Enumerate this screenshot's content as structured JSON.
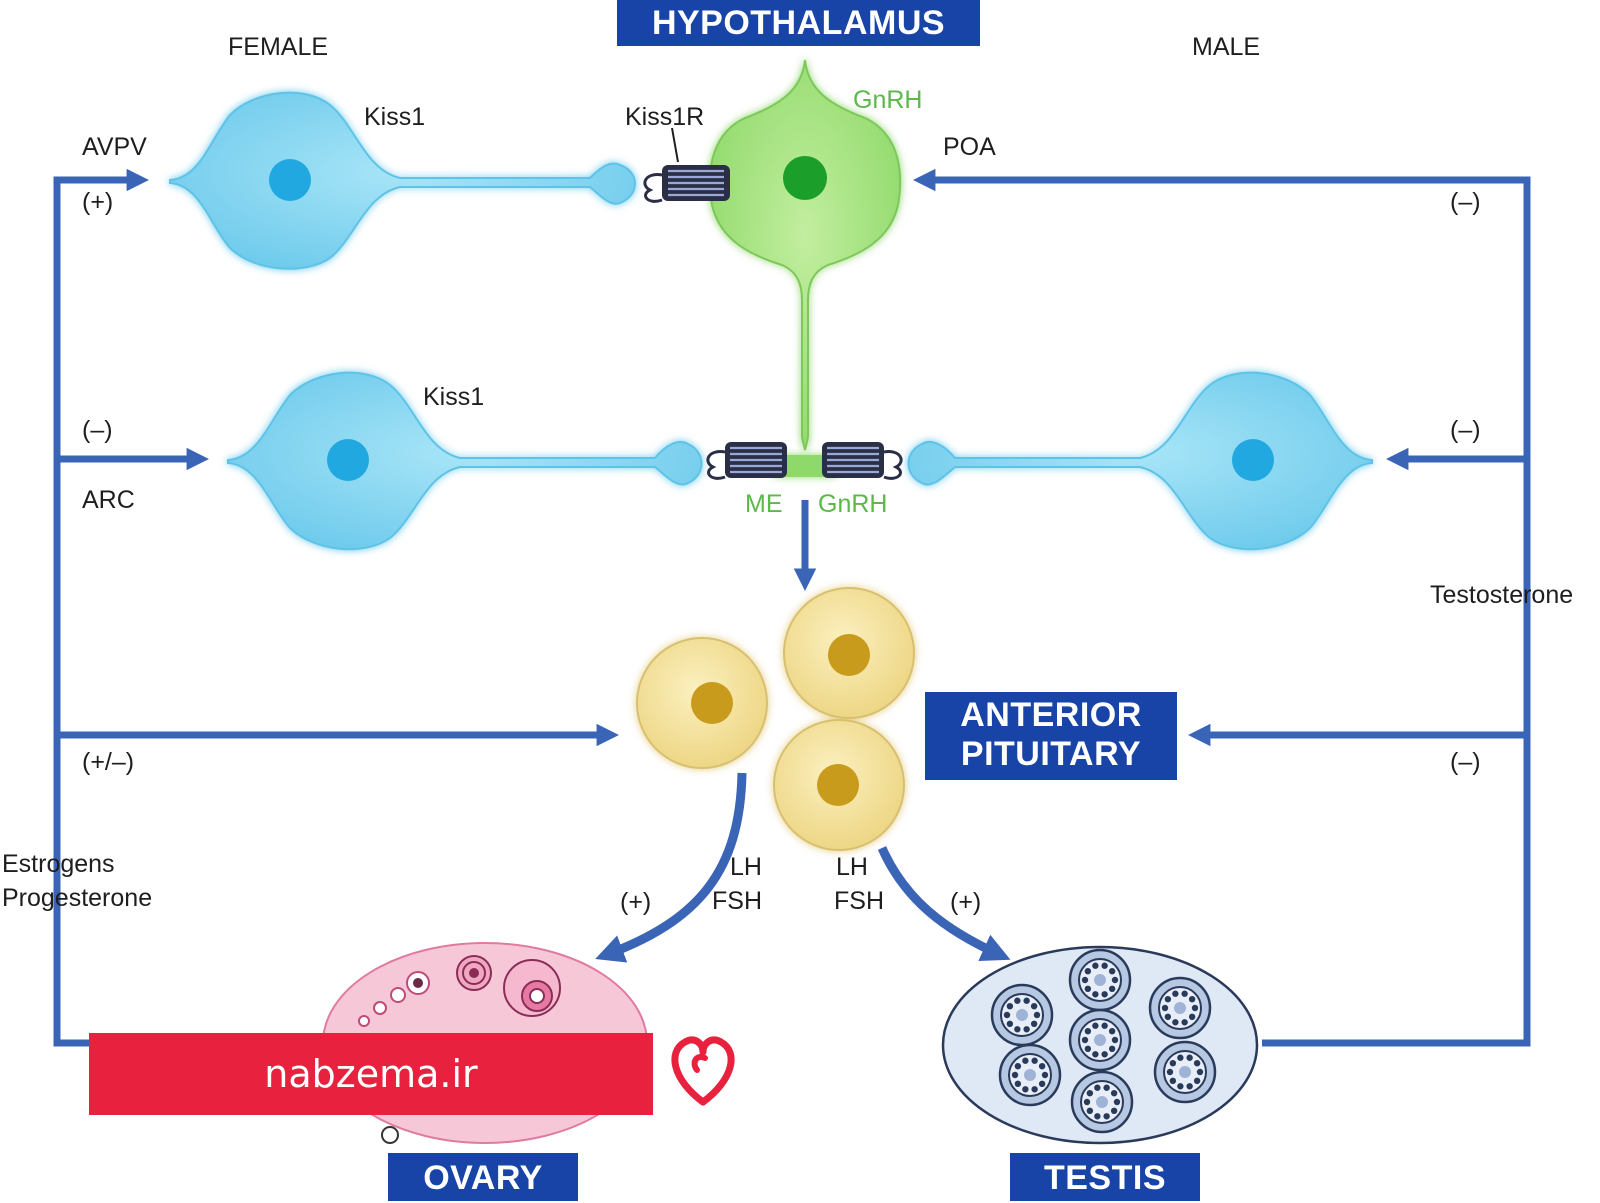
{
  "titles": {
    "hypothalamus": "HYPOTHALAMUS",
    "anterior_pituitary_line1": "ANTERIOR",
    "anterior_pituitary_line2": "PITUITARY",
    "ovary": "OVARY",
    "testis": "TESTIS"
  },
  "labels": {
    "female": "FEMALE",
    "male": "MALE",
    "kiss1_top": "Kiss1",
    "kiss1_mid": "Kiss1",
    "kiss1r": "Kiss1R",
    "gnrh_top": "GnRH",
    "gnrh_me": "GnRH",
    "me": "ME",
    "avpv": "AVPV",
    "arc": "ARC",
    "poa": "POA",
    "testosterone": "Testosterone",
    "estrogens": "Estrogens",
    "progesterone": "Progesterone",
    "lh_left": "LH",
    "fsh_left": "FSH",
    "lh_right": "LH",
    "fsh_right": "FSH"
  },
  "signs": {
    "avpv": "(+)",
    "arc": "(–)",
    "pit_left": "(+/–)",
    "poa": "(–)",
    "arc_right": "(–)",
    "pit_right": "(–)",
    "ovary": "(+)",
    "testis": "(+)"
  },
  "watermark": {
    "text": "nabzema.ir",
    "logo_icon": "heart-logo-icon"
  },
  "colors": {
    "arrow": "#3a64b5",
    "kiss_neuron": "#7dd3ef",
    "kiss_nucleus": "#23a8e0",
    "gnrh_neuron": "#9fe07e",
    "gnrh_nucleus": "#1d9e2c",
    "pituitary_cell": "#f1df93",
    "pituitary_nucleus": "#c89b1c",
    "ovary": "#f6c8d7",
    "testis": "#dfe9f6",
    "title_box": "#1744a6",
    "watermark": "#e8213e"
  }
}
